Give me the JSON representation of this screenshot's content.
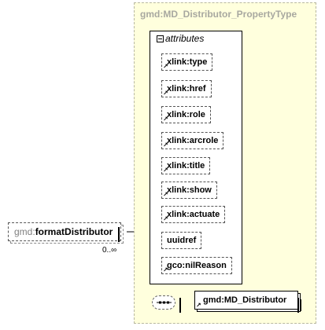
{
  "diagram": {
    "property_type": {
      "title": "gmd:MD_Distributor_PropertyType"
    },
    "attributes_group": {
      "label": "attributes",
      "items": [
        "xlink:type",
        "xlink:href",
        "xlink:role",
        "xlink:arcrole",
        "xlink:title",
        "xlink:show",
        "xlink:actuate",
        "uuidref",
        "gco:nilReason"
      ]
    },
    "element": {
      "prefix": "gmd:",
      "name": "formatDistributor",
      "multiplicity": "0..∞"
    },
    "child_element": {
      "name": "gmd:MD_Distributor"
    },
    "colors": {
      "container_fill": "#ffffdd",
      "container_border": "#b8b8a0",
      "title_text": "#a8a8a0",
      "prefix_text": "#808080"
    }
  }
}
